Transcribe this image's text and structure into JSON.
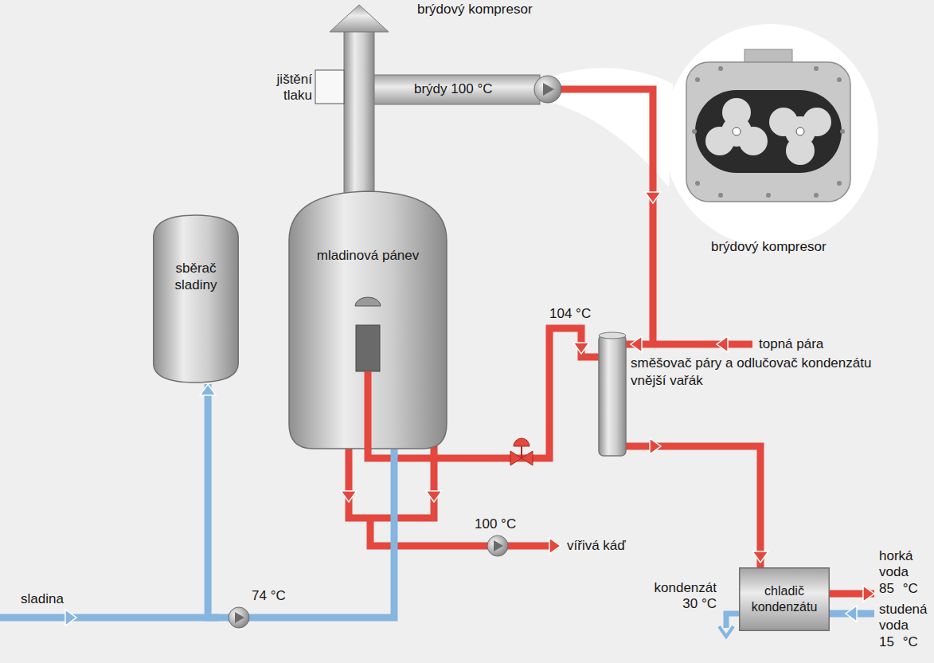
{
  "diagram": {
    "nodes": [
      {
        "text": [
          "sběrač sladiny"
        ]
      },
      {
        "text": [
          "mladinová pánev"
        ]
      },
      {
        "text": [
          "chladič kondenzátu"
        ]
      }
    ],
    "edges": [
      {
        "from": 1,
        "to": 0,
        "arrow": "to"
      }
    ],
    "labels": [
      "brýdový kompresor",
      "brýdy 100 °C",
      "jištění tlaku",
      "brýdový kompresor",
      "104 °C",
      "topná pára",
      "směšovač páry a odlučovač kondenzátu",
      "vnější vařák",
      "100 °C",
      "vířivá káď",
      "sladina",
      "74 °C",
      "kondenzát 30 °C",
      "horká voda 85 °C",
      "studená voda 15 °C"
    ]
  }
}
